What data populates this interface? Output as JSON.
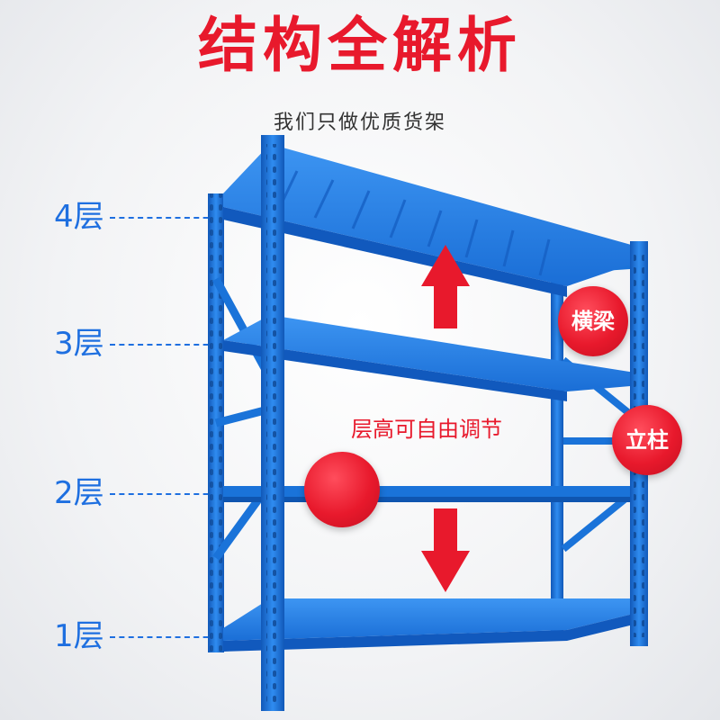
{
  "title": "结构全解析",
  "subtitle": "我们只做优质货架",
  "levels": [
    "4层",
    "3层",
    "2层",
    "1层"
  ],
  "callouts": {
    "beam": "横梁",
    "upright": "立柱",
    "adjustable": "层高可自由调节"
  },
  "colors": {
    "title": "#e8192c",
    "accent_blue": "#1e6fe0",
    "rack_blue": "#1a73d9",
    "badge_red": "#e8192c"
  }
}
